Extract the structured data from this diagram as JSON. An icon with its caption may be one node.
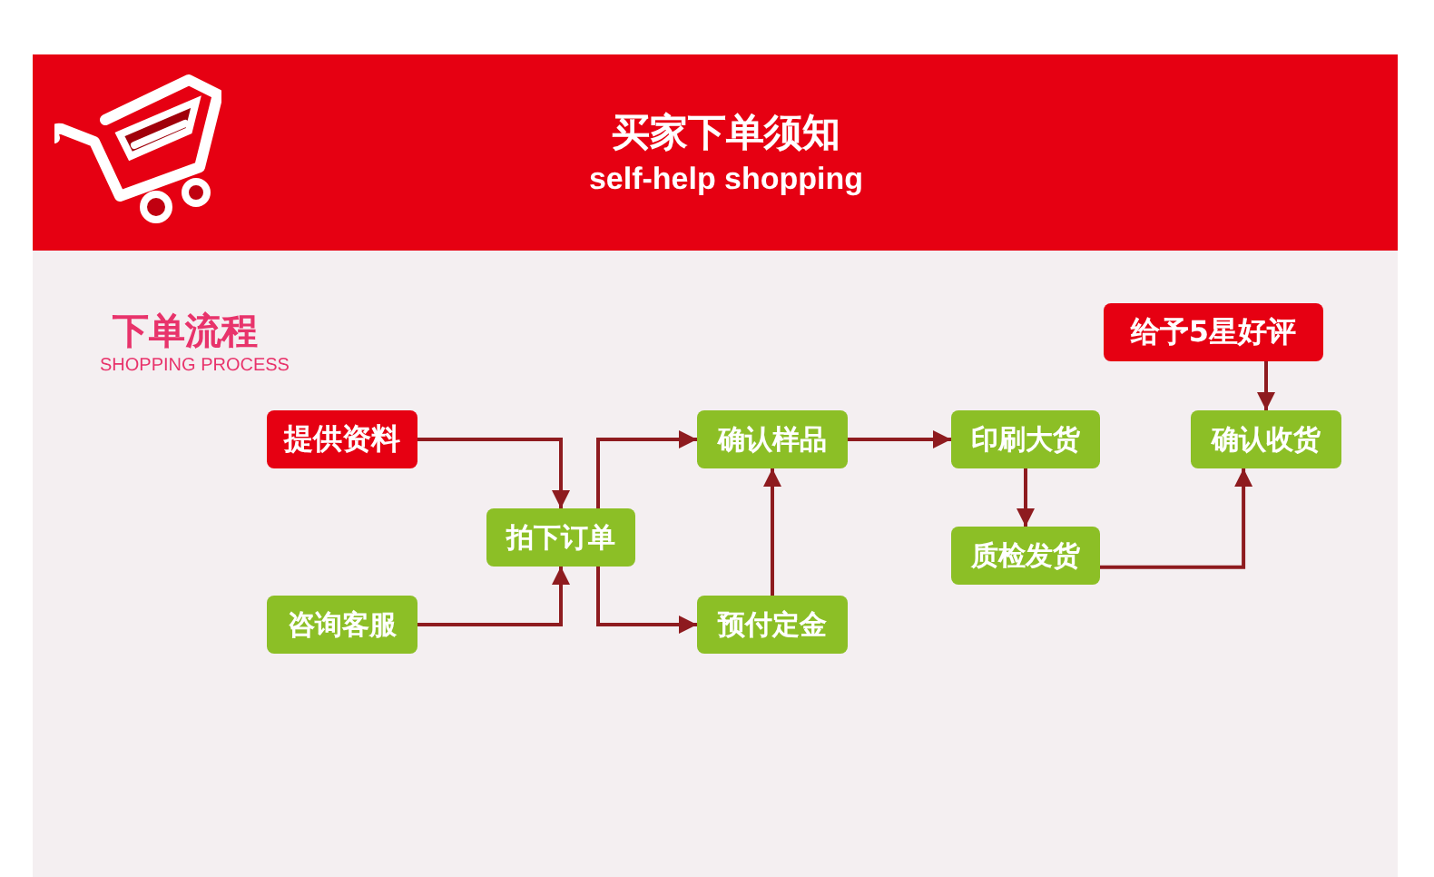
{
  "diagram": {
    "title": "买家下单须知",
    "nodes": [
      {
        "text": [
          "提供资料"
        ]
      },
      {
        "text": [
          "咨询客服"
        ]
      },
      {
        "text": [
          "拍下订单"
        ]
      },
      {
        "text": [
          "确认样品"
        ]
      },
      {
        "text": [
          "预付定金"
        ]
      },
      {
        "text": [
          "印刷大货"
        ]
      },
      {
        "text": [
          "质检发货"
        ]
      },
      {
        "text": [
          "给予5星好评"
        ]
      },
      {
        "text": [
          "确认收货"
        ]
      }
    ],
    "edges": [
      {
        "from": 0,
        "to": 2,
        "arrow": "to"
      },
      {
        "from": 1,
        "to": 2,
        "arrow": "to"
      },
      {
        "from": 2,
        "to": 3,
        "arrow": "to"
      },
      {
        "from": 2,
        "to": 4,
        "arrow": "to"
      },
      {
        "from": 4,
        "to": 3,
        "arrow": "to"
      },
      {
        "from": 3,
        "to": 5,
        "arrow": "to"
      },
      {
        "from": 5,
        "to": 6,
        "arrow": "to"
      },
      {
        "from": 6,
        "to": 8,
        "arrow": "to"
      },
      {
        "from": 7,
        "to": 8,
        "arrow": "to"
      }
    ],
    "labels": [
      "self-help shopping",
      "下单流程",
      "SHOPPING PROCESS"
    ]
  }
}
